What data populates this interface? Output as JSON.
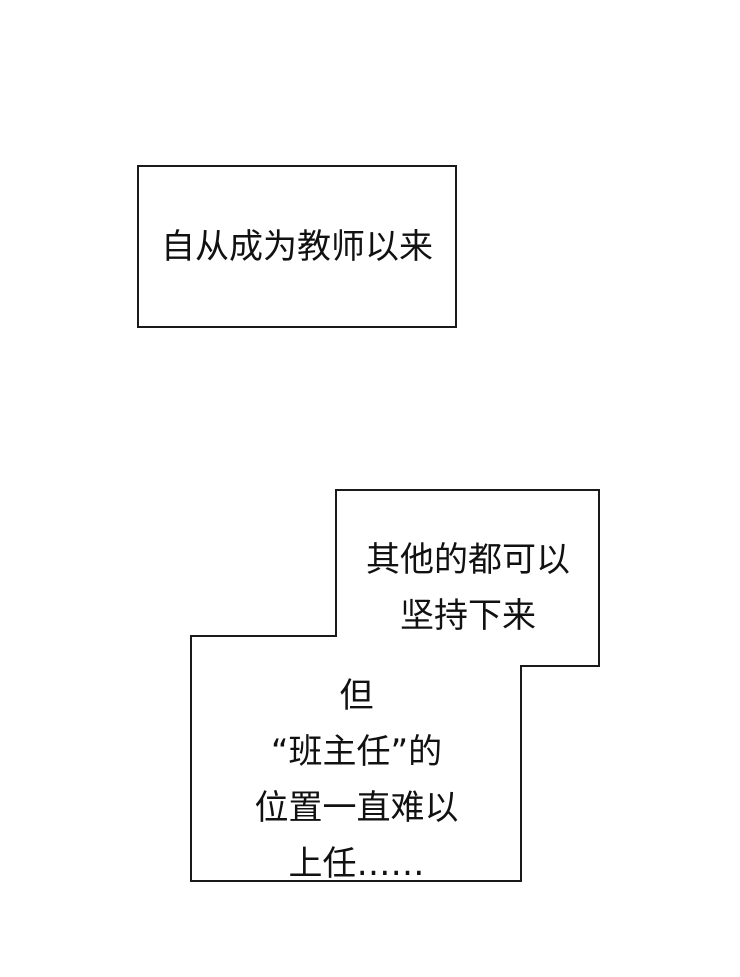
{
  "captions": {
    "first": "自从成为教师以来",
    "second_top": [
      "其他的都可以",
      "坚持下来"
    ],
    "second_bottom": [
      "但",
      "“班主任”的",
      "位置一直难以",
      "上任……"
    ]
  },
  "colors": {
    "background": "#ffffff",
    "border": "#1a1a1a",
    "text": "#111111"
  }
}
